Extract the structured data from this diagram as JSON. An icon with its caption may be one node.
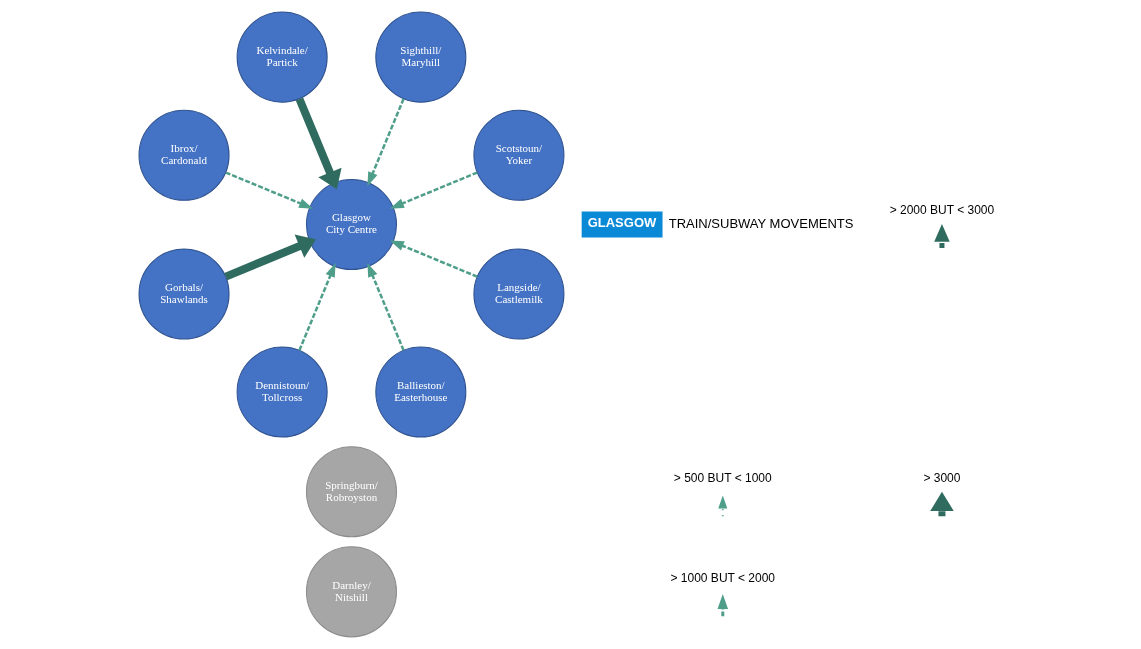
{
  "diagram": {
    "nodes": [
      {
        "text": [
          "Glasgow City Centre"
        ]
      },
      {
        "text": [
          "Scotstoun/ Yoker"
        ]
      },
      {
        "text": [
          "Sighthill/ Maryhill"
        ]
      },
      {
        "text": [
          "Springburn/ Robroyston"
        ]
      },
      {
        "text": [
          "Kelvindale/ Partick"
        ]
      },
      {
        "text": [
          "Ibrox/ Cardonald"
        ]
      },
      {
        "text": [
          "Gorbals/ Shawlands"
        ]
      },
      {
        "text": [
          "Dennistoun/ Tollcross"
        ]
      },
      {
        "text": [
          "Ballieston/ Easterhouse"
        ]
      },
      {
        "text": [
          "Darnley/ Nitshill"
        ]
      },
      {
        "text": [
          "Langside/ Castlemilk"
        ]
      }
    ],
    "edges": [
      {
        "from": 1,
        "to": 0,
        "arrow": "to",
        "style": "dashed"
      },
      {
        "from": 2,
        "to": 0,
        "arrow": "to",
        "style": "dashed"
      },
      {
        "from": 4,
        "to": 0,
        "arrow": "to",
        "style": "thick",
        "color": "#2f6b5f"
      },
      {
        "from": 5,
        "to": 0,
        "arrow": "to",
        "style": "dashed"
      },
      {
        "from": 6,
        "to": 0,
        "arrow": "to",
        "style": "thick",
        "color": "#2f6b5f"
      },
      {
        "from": 7,
        "to": 0,
        "arrow": "to",
        "style": "dashed"
      },
      {
        "from": 8,
        "to": 0,
        "arrow": "to",
        "style": "dashed"
      },
      {
        "from": 10,
        "to": 0,
        "arrow": "to",
        "style": "dashed"
      }
    ],
    "labels": [
      "GLASGOW",
      "TRAIN/SUBWAY MOVEMENTS"
    ],
    "legend": [
      {
        "text": "> 500 BUT < 1000"
      },
      {
        "text": "> 1000 BUT < 2000"
      },
      {
        "text": "> 2000 BUT < 3000"
      },
      {
        "text": "> 3000"
      }
    ]
  }
}
